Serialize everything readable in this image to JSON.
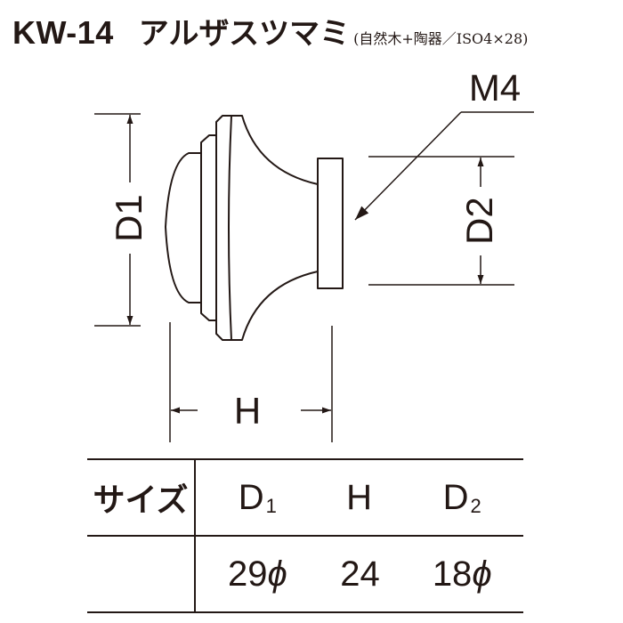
{
  "title": {
    "code": "KW-14",
    "name": "アルザスツマミ",
    "material": "(自然木+陶器／ISO4×28)"
  },
  "drawing": {
    "label_d1": "D1",
    "label_d2": "D2",
    "label_h": "H",
    "label_m4": "M4"
  },
  "spec_table": {
    "header_size": "サイズ",
    "headers": [
      {
        "base": "D",
        "sub": "1"
      },
      {
        "base": "H",
        "sub": ""
      },
      {
        "base": "D",
        "sub": "2"
      }
    ],
    "values": [
      {
        "num": "29",
        "unit": "ϕ"
      },
      {
        "num": "24",
        "unit": ""
      },
      {
        "num": "18",
        "unit": "ϕ"
      }
    ]
  },
  "colors": {
    "ink": "#231815",
    "background": "#ffffff"
  }
}
